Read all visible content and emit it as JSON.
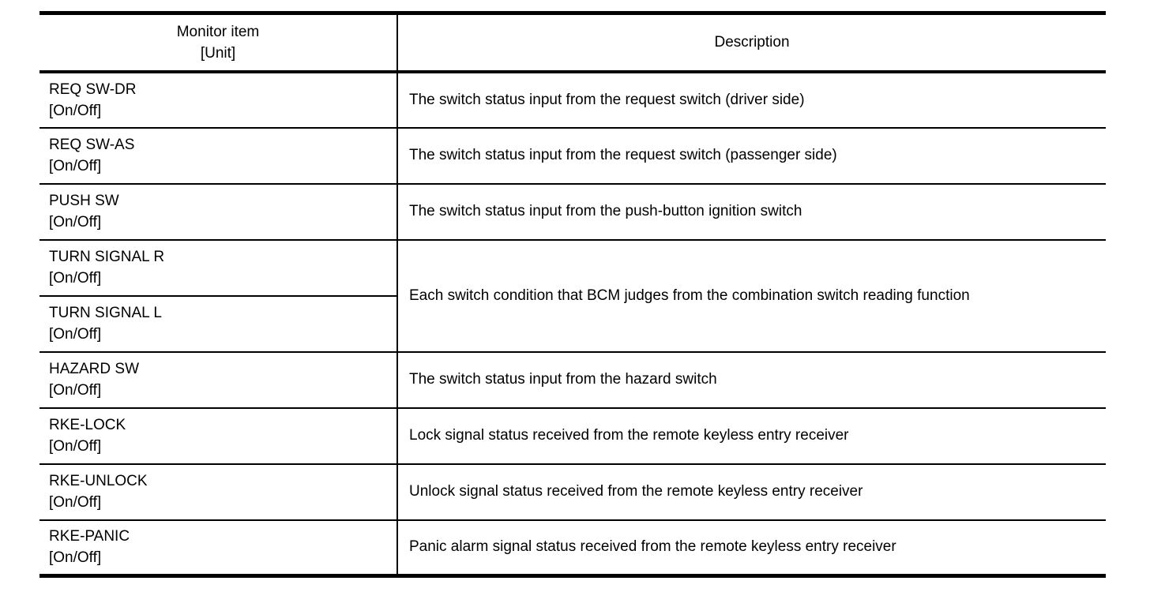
{
  "colors": {
    "text": "#000000",
    "border": "#000000",
    "background": "#ffffff"
  },
  "table": {
    "header": {
      "monitor_item": "Monitor item",
      "unit": "[Unit]",
      "description": "Description"
    },
    "rows": [
      {
        "item": "REQ SW-DR",
        "unit": "[On/Off]",
        "description": "The switch status input from the request switch (driver side)"
      },
      {
        "item": "REQ SW-AS",
        "unit": "[On/Off]",
        "description": "The switch status input from the request switch (passenger side)"
      },
      {
        "item": "PUSH SW",
        "unit": "[On/Off]",
        "description": "The switch status input from the push-button ignition switch"
      },
      {
        "item": "TURN SIGNAL R",
        "unit": "[On/Off]",
        "description": "Each switch condition that BCM judges from the combination switch reading function"
      },
      {
        "item": "TURN SIGNAL L",
        "unit": "[On/Off]"
      },
      {
        "item": "HAZARD SW",
        "unit": "[On/Off]",
        "description": "The switch status input from the hazard switch"
      },
      {
        "item": "RKE-LOCK",
        "unit": "[On/Off]",
        "description": "Lock signal status received from the remote keyless entry receiver"
      },
      {
        "item": "RKE-UNLOCK",
        "unit": "[On/Off]",
        "description": "Unlock signal status received from the remote keyless entry receiver"
      },
      {
        "item": "RKE-PANIC",
        "unit": "[On/Off]",
        "description": "Panic alarm signal status received from the remote keyless entry receiver"
      }
    ]
  }
}
